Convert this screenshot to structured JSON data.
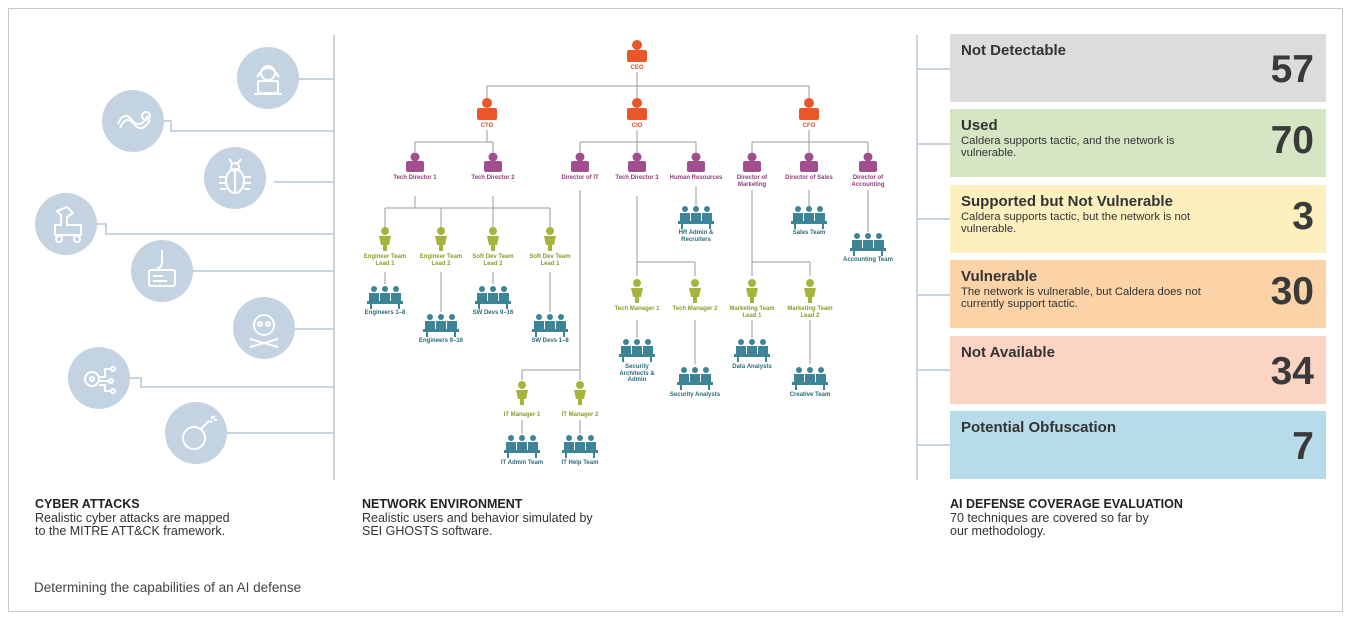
{
  "caption": "Determining the capabilities of an AI defense",
  "sections": {
    "cyber": {
      "title": "CYBER ATTACKS",
      "desc1": "Realistic cyber attacks are mapped",
      "desc2": "to the MITRE ATT&CK framework."
    },
    "network": {
      "title": "NETWORK ENVIRONMENT",
      "desc1": "Realistic users and behavior simulated by",
      "desc2": "SEI GHOSTS software."
    },
    "ai": {
      "title": "AI DEFENSE COVERAGE EVALUATION",
      "desc1": "70 techniques are covered so far by",
      "desc2": "our methodology."
    }
  },
  "attack_icons": [
    "hacker-laptop-icon",
    "worm-icon",
    "bug-icon",
    "trojan-horse-icon",
    "phishing-hook-icon",
    "skull-crossbones-icon",
    "malicious-code-icon",
    "bomb-icon"
  ],
  "cards": [
    {
      "title": "Not Detectable",
      "desc": "",
      "count": "57",
      "color": "#dcdcdc"
    },
    {
      "title": "Used",
      "desc": "Caldera supports tactic, and the network is vulnerable.",
      "count": "70",
      "color": "#d6e5c3"
    },
    {
      "title": "Supported but Not Vulnerable",
      "desc": "Caldera supports tactic, but the network is not vulnerable.",
      "count": "3",
      "color": "#fdf0bf"
    },
    {
      "title": "Vulnerable",
      "desc": "The network is vulnerable, but Caldera does not currently support tactic.",
      "count": "30",
      "color": "#fbd3a7"
    },
    {
      "title": "Not Available",
      "desc": "",
      "count": "34",
      "color": "#fcd4c4"
    },
    {
      "title": "Potential Obfuscation",
      "desc": "",
      "count": "7",
      "color": "#b7dbe9"
    }
  ],
  "org": {
    "ceo": "CEO",
    "cto": "CTO",
    "cio": "CIO",
    "cfo": "CFO",
    "tech_director_1": "Tech Director 1",
    "tech_director_2": "Tech Director 2",
    "director_it": "Director of IT",
    "tech_director_3": "Tech Director 3",
    "human_resources": "Human Resources",
    "director_marketing": "Director of Marketing",
    "director_sales": "Director of Sales",
    "director_accounting": "Director of Accounting",
    "eng_lead_1": "Engineer Team Lead 1",
    "eng_lead_2": "Engineer Team Lead 2",
    "softdev_lead_2": "Soft Dev Team Lead 2",
    "softdev_lead_1": "Soft Dev Team Lead 1",
    "engineers_1_8": "Engineers 1–8",
    "engineers_9_16": "Engineers 9–16",
    "swdevs_9_16": "SW Devs 9–16",
    "swdevs_1_8": "SW Devs 1–8",
    "hr_admin": "HR Admin & Recruiters",
    "sales_team": "Sales Team",
    "accounting_team": "Accounting Team",
    "tech_manager_1": "Tech Manager 1",
    "tech_manager_2": "Tech Manager 2",
    "marketing_lead_1": "Marketing Team Lead 1",
    "marketing_lead_2": "Marketing Team Lead 2",
    "security_architects": "Security Architects & Admin",
    "security_analysts": "Security Analysts",
    "data_analysts": "Data Analysts",
    "creative_team": "Creative Team",
    "it_manager_1": "IT Manager 1",
    "it_manager_2": "IT Manager 2",
    "it_admin_team": "IT Admin Team",
    "it_help_team": "IT Help Team"
  }
}
